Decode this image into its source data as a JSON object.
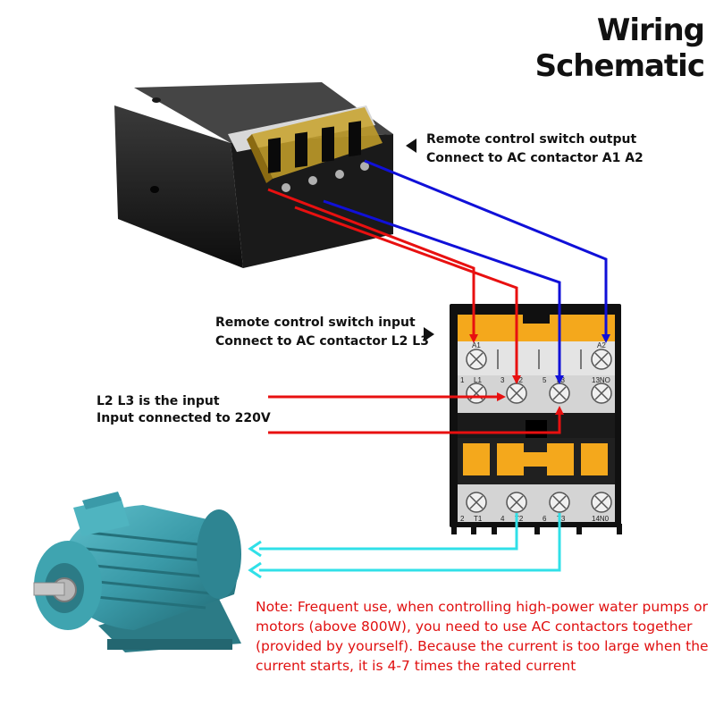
{
  "title": "Wiring Schematic",
  "labels": {
    "output_line1": "Remote control switch output",
    "output_line2": "Connect to AC contactor A1 A2",
    "input_line1": "Remote control switch input",
    "input_line2": "Connect to AC contactor L2 L3",
    "power_line1": "L2 L3 is the input",
    "power_line2": "Input connected to 220V"
  },
  "contactor": {
    "coil_left": "A1",
    "coil_right": "A2",
    "top_numbers": [
      "1",
      "3",
      "5",
      "13NO"
    ],
    "top_terminals": [
      "L1",
      "L2",
      "L3"
    ],
    "bottom_numbers": [
      "2",
      "4",
      "6",
      "14N0"
    ],
    "bottom_terminals": [
      "T1",
      "T2",
      "T3"
    ]
  },
  "note": "Note: Frequent use, when controlling high-power water pumps or motors (above 800W), you need to use AC contactors  together (provided by yourself). Because the current is too large when the current starts, it is 4-7 times the rated current",
  "colors": {
    "live_wire": "#e81010",
    "control_wire": "#1010d8",
    "motor_wire": "#30e0e8",
    "note_text": "#e01010",
    "contactor_accent": "#f4a81c",
    "motor_body": "#3a9aa8"
  }
}
